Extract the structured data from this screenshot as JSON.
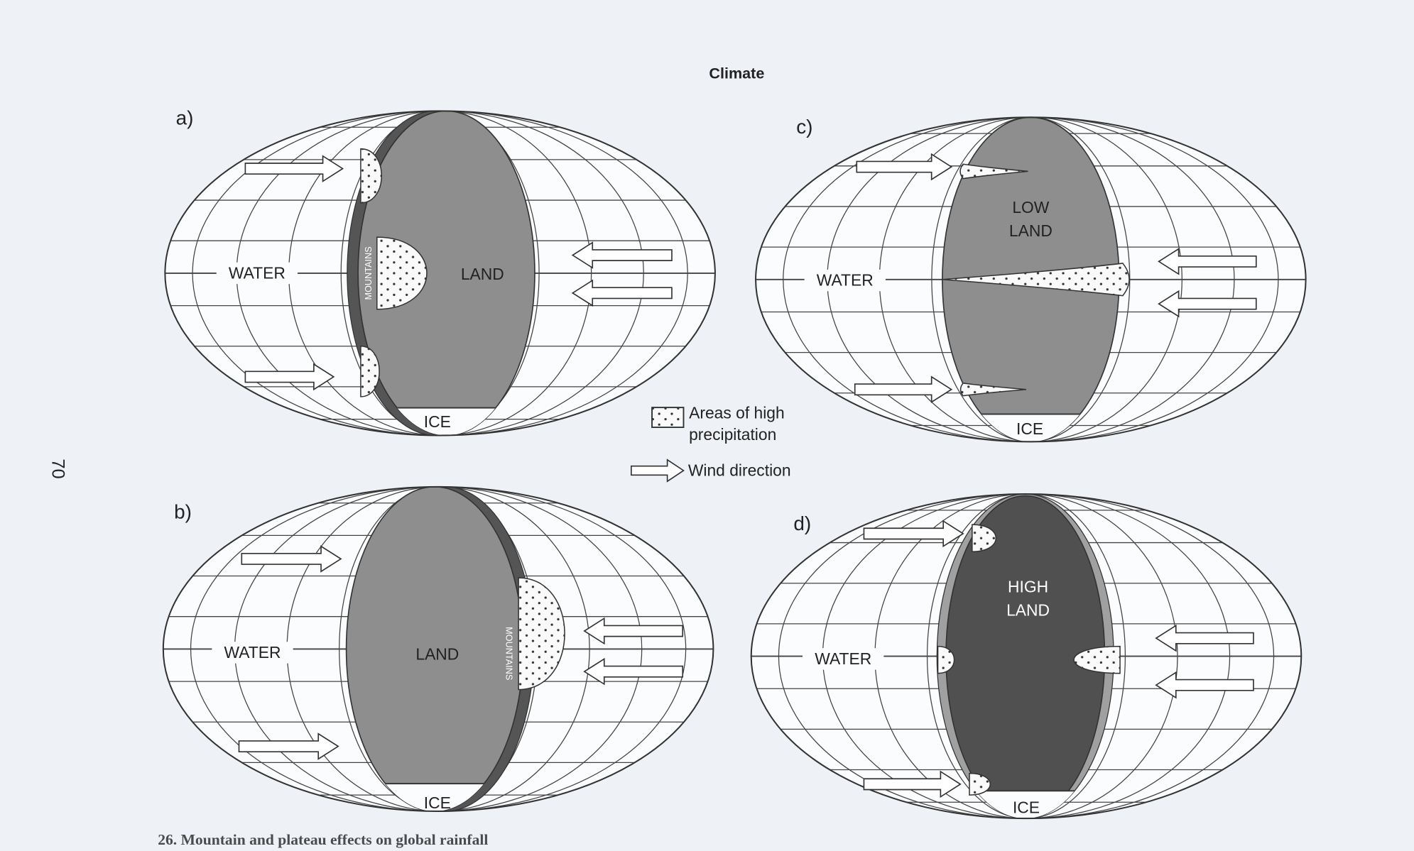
{
  "header": {
    "title": "Climate"
  },
  "page_number": "70",
  "caption": "26. Mountain and plateau effects on global rainfall",
  "legend": {
    "precipitation_line1": "Areas of high",
    "precipitation_line2": "precipitation",
    "wind": "Wind direction"
  },
  "panels": {
    "a": {
      "tag": "a)",
      "water": "WATER",
      "land": "LAND",
      "mountains": "MOUNTAINS",
      "ice": "ICE"
    },
    "b": {
      "tag": "b)",
      "water": "WATER",
      "land": "LAND",
      "mountains": "MOUNTAINS",
      "ice": "ICE"
    },
    "c": {
      "tag": "c)",
      "water": "WATER",
      "land1": "LOW",
      "land2": "LAND",
      "ice": "ICE"
    },
    "d": {
      "tag": "d)",
      "water": "WATER",
      "land1": "HIGH",
      "land2": "LAND",
      "ice": "ICE"
    }
  },
  "colors": {
    "paper": "#eef1f6",
    "land": "#8e8e8e",
    "mountains": "#5a5a5a",
    "high_land": "#505050",
    "line": "#333333"
  }
}
